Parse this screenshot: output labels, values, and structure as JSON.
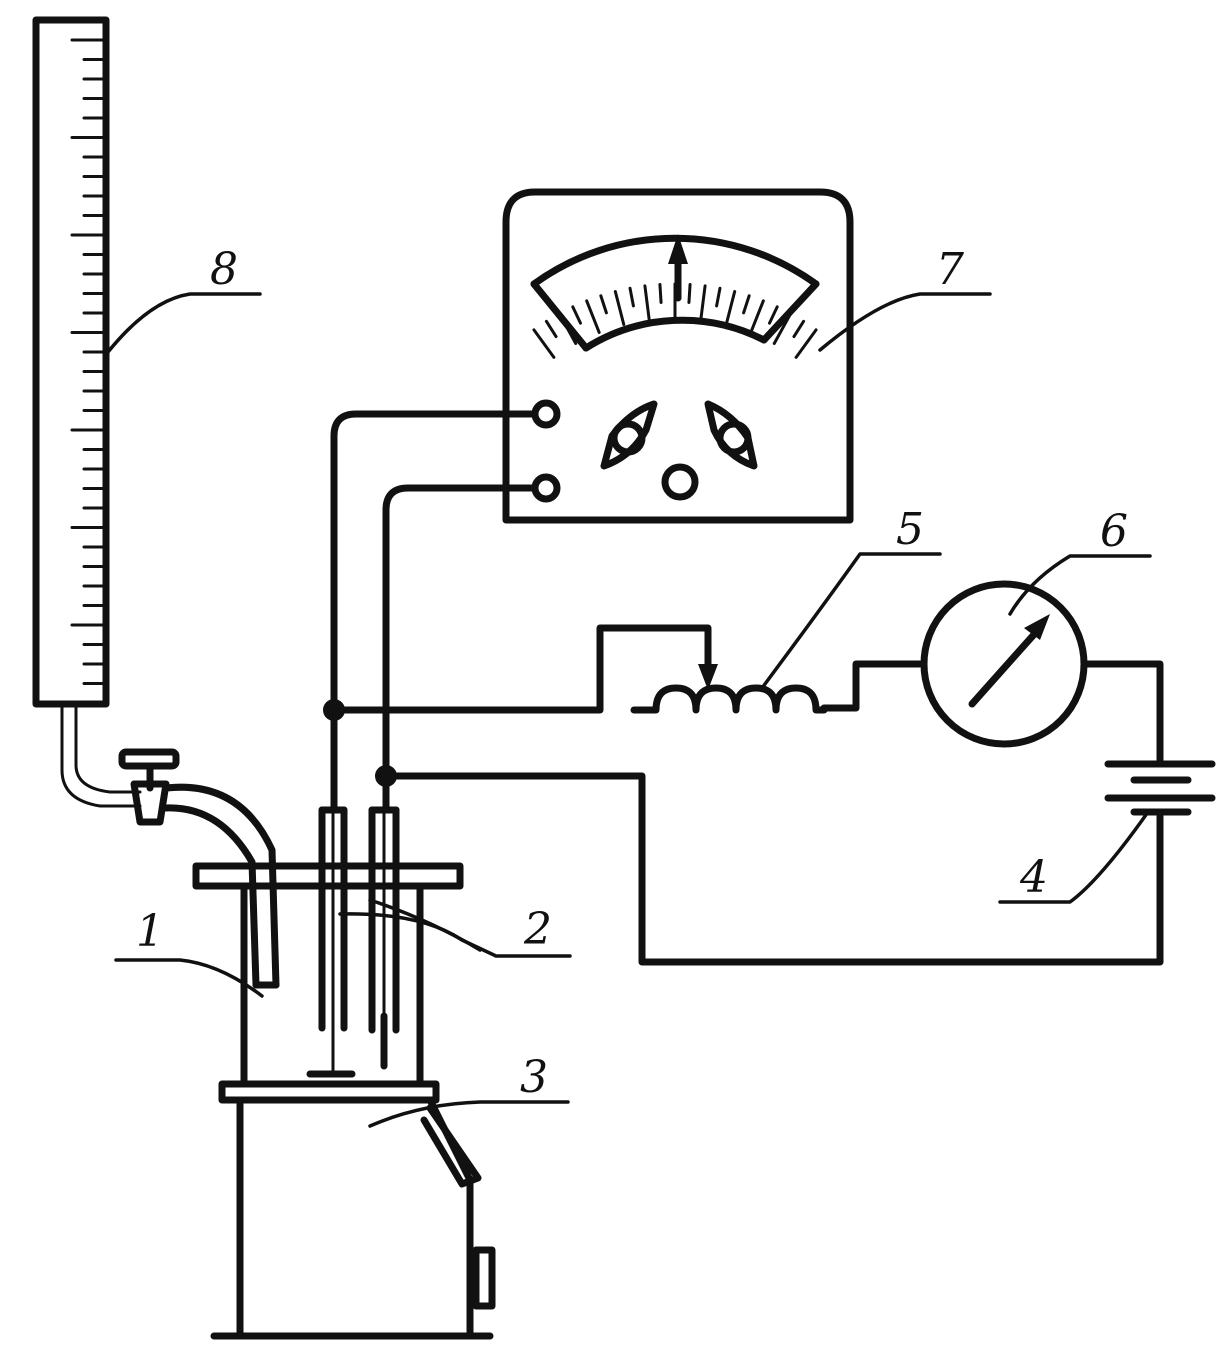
{
  "labels": {
    "vessel": "1",
    "electrodes": "2",
    "stand": "3",
    "battery": "4",
    "rheostat": "5",
    "ammeter": "6",
    "voltmeter": "7",
    "burette": "8"
  },
  "colors": {
    "ink": "#111111",
    "background": "#ffffff"
  },
  "icons": {
    "meter_needle": "arrow-up",
    "ammeter_needle": "arrow-diagonal",
    "rheostat_slider": "arrow-down"
  }
}
